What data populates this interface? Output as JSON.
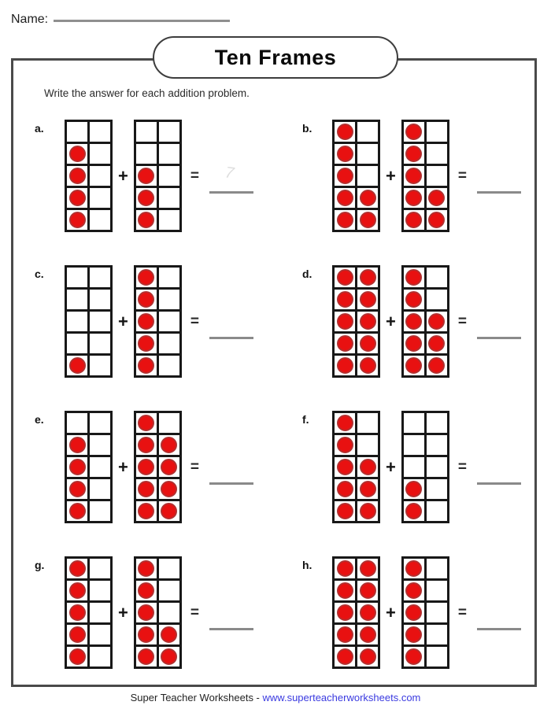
{
  "page": {
    "name_label": "Name:",
    "title": "Ten Frames",
    "instruction": "Write the answer for each addition problem.",
    "plus": "+",
    "equals": "=",
    "footer_text": "Super Teacher Worksheets - ",
    "footer_link": "www.superteacherworksheets.com",
    "colors": {
      "dot_fill": "#e81111",
      "dot_rim": "#b23030",
      "frame_line": "#181818",
      "page_border": "#4a4a4a",
      "answer_line": "#8a8a8a",
      "link_blue": "#3a3ae0"
    }
  },
  "problems": [
    {
      "label": "a.",
      "addend1": 4,
      "addend2": 3,
      "ghost_answer": "7",
      "frame1": [
        [
          0,
          0
        ],
        [
          1,
          0
        ],
        [
          1,
          0
        ],
        [
          1,
          0
        ],
        [
          1,
          0
        ]
      ],
      "frame2": [
        [
          0,
          0
        ],
        [
          0,
          0
        ],
        [
          1,
          0
        ],
        [
          1,
          0
        ],
        [
          1,
          0
        ]
      ]
    },
    {
      "label": "b.",
      "addend1": 7,
      "addend2": 7,
      "ghost_answer": "",
      "frame1": [
        [
          1,
          0
        ],
        [
          1,
          0
        ],
        [
          1,
          0
        ],
        [
          1,
          1
        ],
        [
          1,
          1
        ]
      ],
      "frame2": [
        [
          1,
          0
        ],
        [
          1,
          0
        ],
        [
          1,
          0
        ],
        [
          1,
          1
        ],
        [
          1,
          1
        ]
      ]
    },
    {
      "label": "c.",
      "addend1": 1,
      "addend2": 5,
      "ghost_answer": "",
      "frame1": [
        [
          0,
          0
        ],
        [
          0,
          0
        ],
        [
          0,
          0
        ],
        [
          0,
          0
        ],
        [
          1,
          0
        ]
      ],
      "frame2": [
        [
          1,
          0
        ],
        [
          1,
          0
        ],
        [
          1,
          0
        ],
        [
          1,
          0
        ],
        [
          1,
          0
        ]
      ]
    },
    {
      "label": "d.",
      "addend1": 10,
      "addend2": 8,
      "ghost_answer": "",
      "frame1": [
        [
          1,
          1
        ],
        [
          1,
          1
        ],
        [
          1,
          1
        ],
        [
          1,
          1
        ],
        [
          1,
          1
        ]
      ],
      "frame2": [
        [
          1,
          0
        ],
        [
          1,
          0
        ],
        [
          1,
          1
        ],
        [
          1,
          1
        ],
        [
          1,
          1
        ]
      ]
    },
    {
      "label": "e.",
      "addend1": 4,
      "addend2": 9,
      "ghost_answer": "",
      "frame1": [
        [
          0,
          0
        ],
        [
          1,
          0
        ],
        [
          1,
          0
        ],
        [
          1,
          0
        ],
        [
          1,
          0
        ]
      ],
      "frame2": [
        [
          1,
          0
        ],
        [
          1,
          1
        ],
        [
          1,
          1
        ],
        [
          1,
          1
        ],
        [
          1,
          1
        ]
      ]
    },
    {
      "label": "f.",
      "addend1": 8,
      "addend2": 2,
      "ghost_answer": "",
      "frame1": [
        [
          1,
          0
        ],
        [
          1,
          0
        ],
        [
          1,
          1
        ],
        [
          1,
          1
        ],
        [
          1,
          1
        ]
      ],
      "frame2": [
        [
          0,
          0
        ],
        [
          0,
          0
        ],
        [
          0,
          0
        ],
        [
          1,
          0
        ],
        [
          1,
          0
        ]
      ]
    },
    {
      "label": "g.",
      "addend1": 5,
      "addend2": 7,
      "ghost_answer": "",
      "frame1": [
        [
          1,
          0
        ],
        [
          1,
          0
        ],
        [
          1,
          0
        ],
        [
          1,
          0
        ],
        [
          1,
          0
        ]
      ],
      "frame2": [
        [
          1,
          0
        ],
        [
          1,
          0
        ],
        [
          1,
          0
        ],
        [
          1,
          1
        ],
        [
          1,
          1
        ]
      ]
    },
    {
      "label": "h.",
      "addend1": 10,
      "addend2": 5,
      "ghost_answer": "",
      "frame1": [
        [
          1,
          1
        ],
        [
          1,
          1
        ],
        [
          1,
          1
        ],
        [
          1,
          1
        ],
        [
          1,
          1
        ]
      ],
      "frame2": [
        [
          1,
          0
        ],
        [
          1,
          0
        ],
        [
          1,
          0
        ],
        [
          1,
          0
        ],
        [
          1,
          0
        ]
      ]
    }
  ]
}
